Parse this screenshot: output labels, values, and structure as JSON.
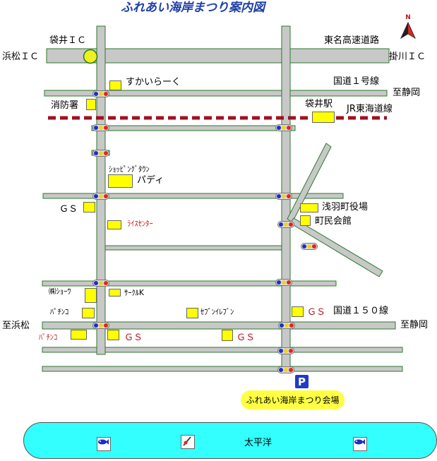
{
  "title": "ふれあい海岸まつり案内図",
  "north": "N",
  "labels": {
    "fukuroi_ic": "袋井ＩＣ",
    "hamamatsu_ic": "浜松ＩＣ",
    "tomei": "東名高速道路",
    "kakegawa_ic": "掛川ＩＣ",
    "route1": "国道１号線",
    "to_shizuoka": "至静岡",
    "fire_station": "消防署",
    "fukuroi_station": "袋井駅",
    "jr_line": "JR東海道線",
    "sukairaku": "すかいらーく",
    "shopping_town": "ｼｮｯﾋﾟﾝｸﾞﾀｳﾝ",
    "padi": "パディ",
    "gs": "ＧＳ",
    "asaba_office": "浅羽町役場",
    "rice_center": "ﾗｲｽｾﾝﾀｰ",
    "town_hall": "町民会館",
    "shoei": "㈱ｼｮｰﾜ",
    "circle_k": "ｻｰｸﾙK",
    "pachinko": "ﾊﾟﾁﾝｺ",
    "seven_eleven": "ｾﾌﾞﾝｲﾚﾌﾞﾝ",
    "route150": "国道１５０線",
    "to_hamamatsu": "至浜松",
    "to_shizuoka2": "至静岡",
    "venue": "ふれあい海岸まつり会場",
    "parking": "P",
    "ocean": "太平洋"
  },
  "colors": {
    "road": "#c8c8c8",
    "road_edge": "#2d7a2d",
    "building": "#ffff00",
    "railway": "#a01020",
    "ocean": "#33ffff",
    "title": "#1f3fa8",
    "parking": "#1e3cc8"
  },
  "icons": {
    "interchange": "ic-circle-icon",
    "signal": "traffic-signal-icon",
    "fish": "fish-icon",
    "surf": "surfboard-icon"
  }
}
